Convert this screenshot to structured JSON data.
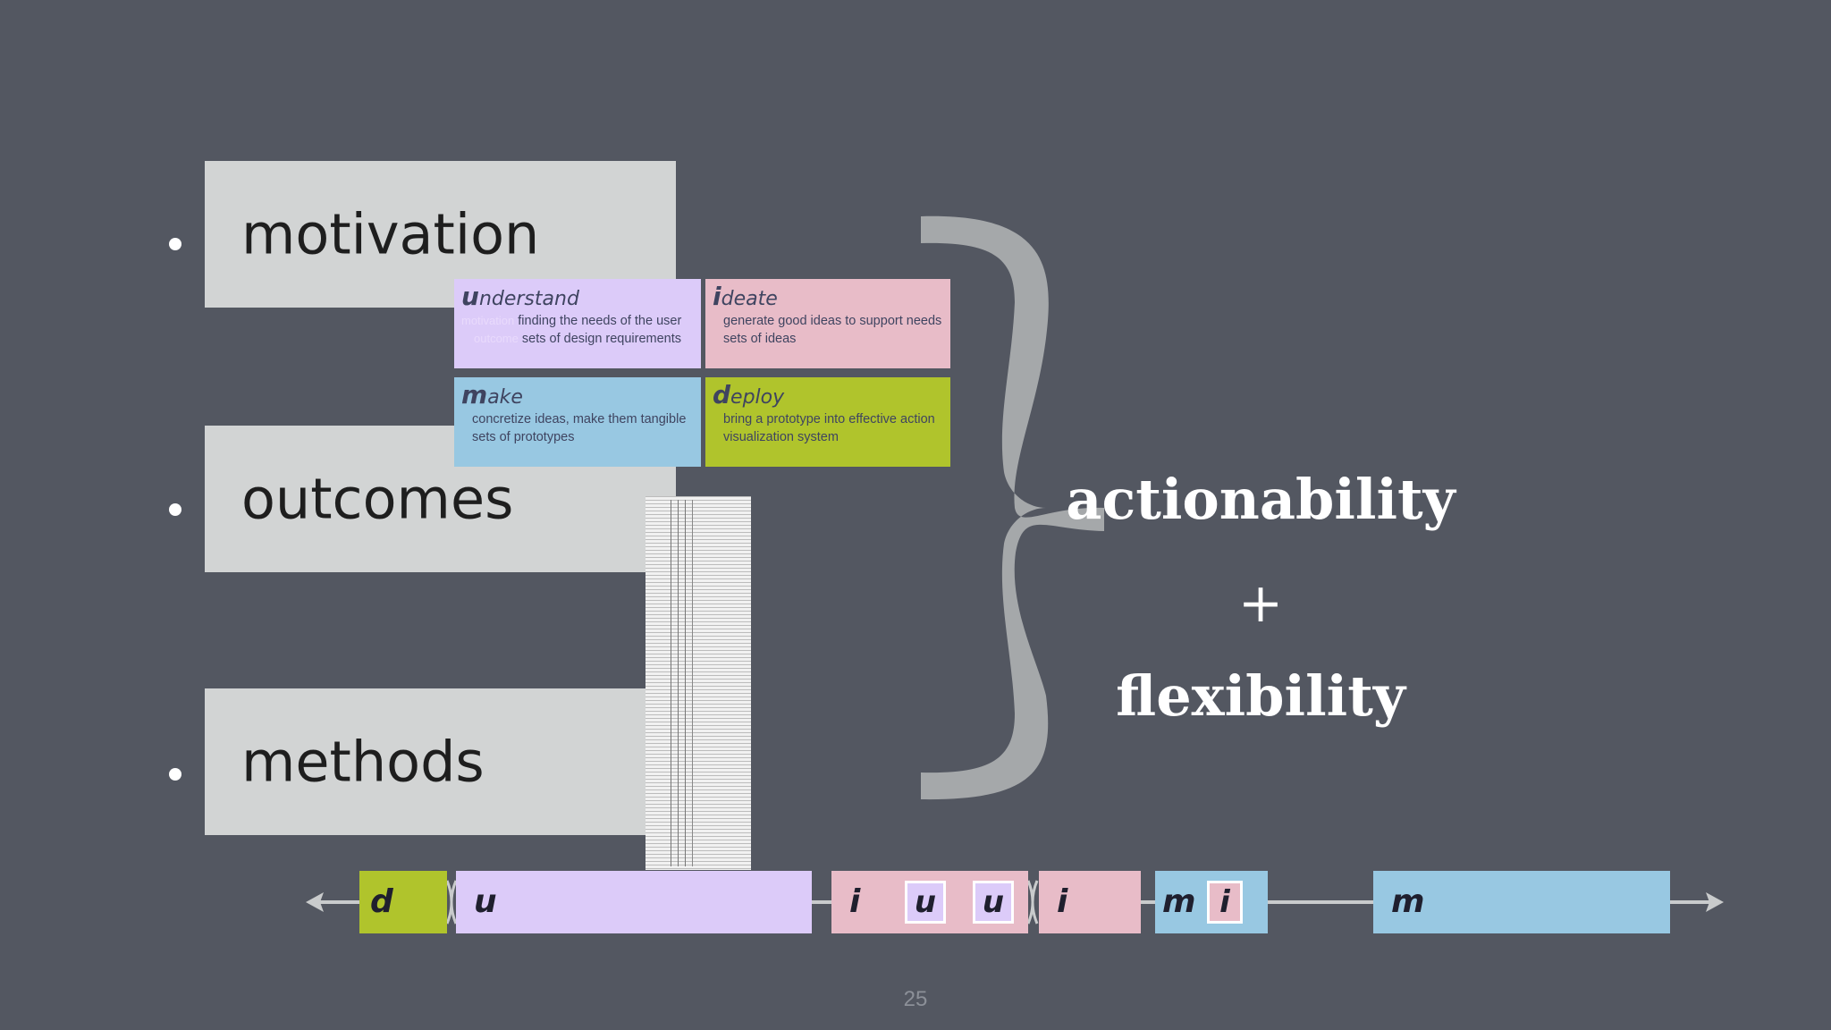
{
  "bullets": {
    "motivation": "motivation",
    "outcomes": "outcomes",
    "methods": "methods"
  },
  "phases": {
    "understand": {
      "initial": "u",
      "rest": "nderstand",
      "line1_ghost": "motivation",
      "line1": "finding the needs of the user",
      "line2_ghost": "outcome",
      "line2": "sets of design requirements"
    },
    "ideate": {
      "initial": "i",
      "rest": "deate",
      "line1": "generate good ideas to support needs",
      "line2": "sets of ideas"
    },
    "make": {
      "initial": "m",
      "rest": "ake",
      "line1": "concretize ideas, make them tangible",
      "line2": "sets of prototypes"
    },
    "deploy": {
      "initial": "d",
      "rest": "eploy",
      "line1": "bring a prototype into effective action",
      "line2": "visualization system"
    }
  },
  "right": {
    "actionability": "actionability",
    "plus": "+",
    "flexibility": "flexibility"
  },
  "timeline": {
    "labels": [
      "d",
      "u",
      "i",
      "u",
      "u",
      "i",
      "m",
      "i",
      "m"
    ]
  },
  "colors": {
    "understand": "#dccbf9",
    "ideate": "#e8bcc8",
    "make": "#98c8e2",
    "deploy": "#b0c42c",
    "background": "#535761"
  },
  "page_number": "25"
}
